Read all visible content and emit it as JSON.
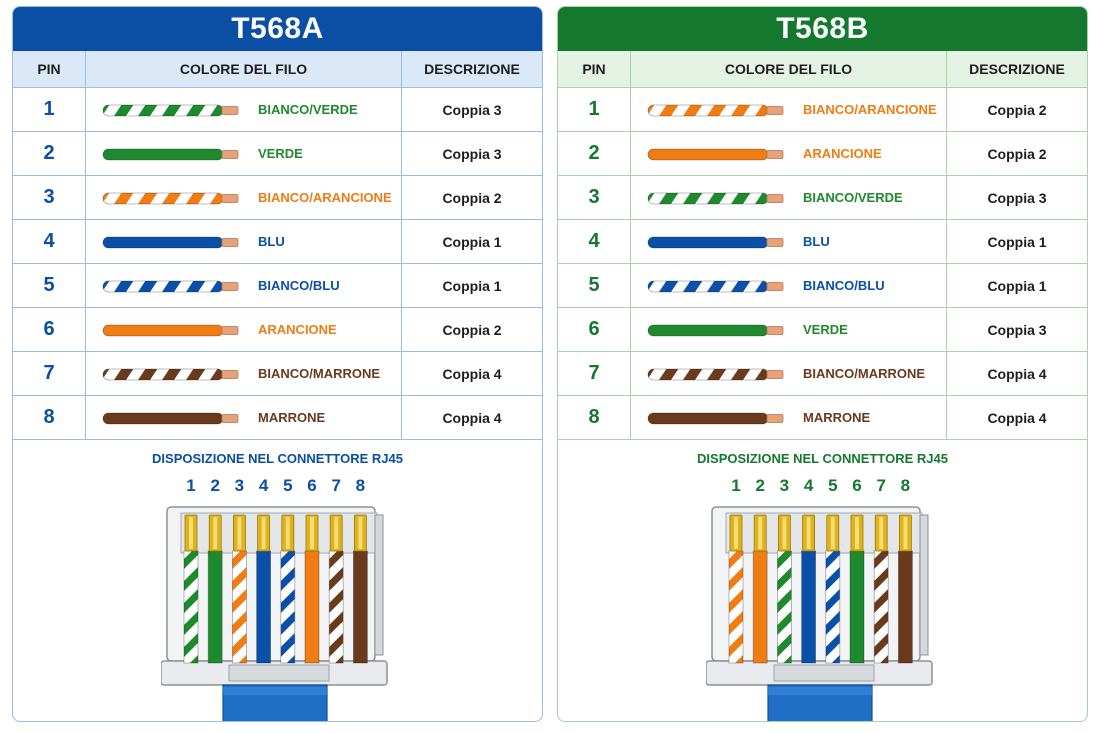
{
  "colors": {
    "a_accent": "#0a4fa3",
    "a_header_bg": "#dbe8f7",
    "a_border": "#9bbde3",
    "b_accent": "#14782e",
    "b_header_bg": "#e3f2e2",
    "b_border": "#a9d3a8",
    "green": "#1e8a2e",
    "orange": "#f07c14",
    "blue": "#0b50a8",
    "brown": "#6a3a1c",
    "copper": "#e6a27a",
    "gold": "#e0b21a",
    "cable": "#1f6fc7"
  },
  "headers": {
    "pin": "PIN",
    "color": "COLORE DEL FILO",
    "desc": "DESCRIZIONE"
  },
  "connector_title": "DISPOSIZIONE NEL CONNETTORE RJ45",
  "standards": [
    {
      "title": "T568A",
      "rows": [
        {
          "pin": "1",
          "color": "green",
          "striped": true,
          "name": "BIANCO/VERDE",
          "desc": "Coppia 3"
        },
        {
          "pin": "2",
          "color": "green",
          "striped": false,
          "name": "VERDE",
          "desc": "Coppia 3"
        },
        {
          "pin": "3",
          "color": "orange",
          "striped": true,
          "name": "BIANCO/ARANCIONE",
          "desc": "Coppia 2"
        },
        {
          "pin": "4",
          "color": "blue",
          "striped": false,
          "name": "BLU",
          "desc": "Coppia 1"
        },
        {
          "pin": "5",
          "color": "blue",
          "striped": true,
          "name": "BIANCO/BLU",
          "desc": "Coppia 1"
        },
        {
          "pin": "6",
          "color": "orange",
          "striped": false,
          "name": "ARANCIONE",
          "desc": "Coppia 2"
        },
        {
          "pin": "7",
          "color": "brown",
          "striped": true,
          "name": "BIANCO/MARRONE",
          "desc": "Coppia 4"
        },
        {
          "pin": "8",
          "color": "brown",
          "striped": false,
          "name": "MARRONE",
          "desc": "Coppia 4"
        }
      ]
    },
    {
      "title": "T568B",
      "rows": [
        {
          "pin": "1",
          "color": "orange",
          "striped": true,
          "name": "BIANCO/ARANCIONE",
          "desc": "Coppia 2"
        },
        {
          "pin": "2",
          "color": "orange",
          "striped": false,
          "name": "ARANCIONE",
          "desc": "Coppia 2"
        },
        {
          "pin": "3",
          "color": "green",
          "striped": true,
          "name": "BIANCO/VERDE",
          "desc": "Coppia 3"
        },
        {
          "pin": "4",
          "color": "blue",
          "striped": false,
          "name": "BLU",
          "desc": "Coppia 1"
        },
        {
          "pin": "5",
          "color": "blue",
          "striped": true,
          "name": "BIANCO/BLU",
          "desc": "Coppia 1"
        },
        {
          "pin": "6",
          "color": "green",
          "striped": false,
          "name": "VERDE",
          "desc": "Coppia 3"
        },
        {
          "pin": "7",
          "color": "brown",
          "striped": true,
          "name": "BIANCO/MARRONE",
          "desc": "Coppia 4"
        },
        {
          "pin": "8",
          "color": "brown",
          "striped": false,
          "name": "MARRONE",
          "desc": "Coppia 4"
        }
      ]
    }
  ]
}
